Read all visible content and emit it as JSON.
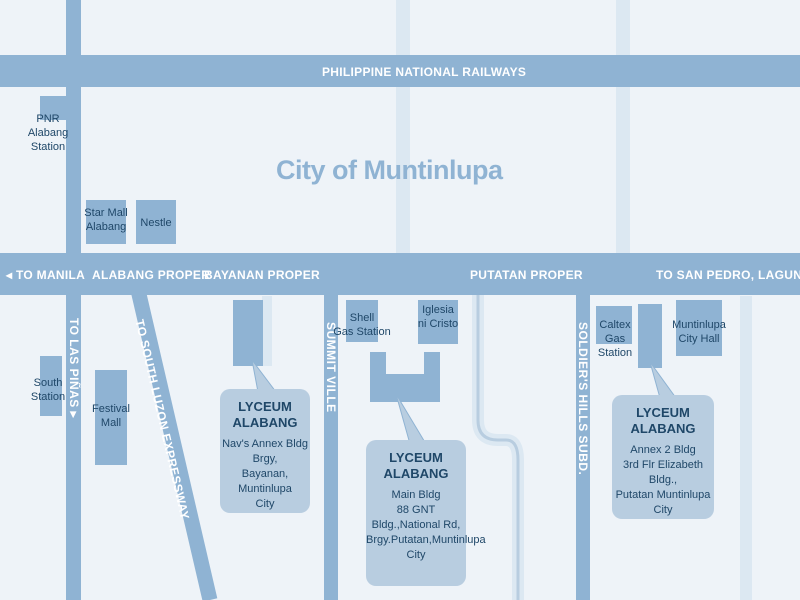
{
  "map": {
    "city_label": "City of Muntinlupa",
    "railway_label": "PHILIPPINE NATIONAL RAILWAYS",
    "road_labels": {
      "to_manila": "TO MANILA",
      "alabang_proper": "ALABANG PROPER",
      "bayanan_proper": "BAYANAN PROPER",
      "putatan_proper": "PUTATAN PROPER",
      "to_san_pedro": "TO SAN PEDRO, LAGUNA",
      "to_las_pinas": "TO LAS PIÑAS",
      "to_slex": "TO SOUTH LUZON EXPRESSWAY",
      "summit_ville": "SUMMIT VILLE",
      "soldiers_hills": "SOLDIER'S HILLS SUBD."
    },
    "landmarks": {
      "pnr_station": "PNR\nAlabang\nStation",
      "star_mall": "Star Mall\nAlabang",
      "nestle": "Nestle",
      "south_station": "South\nStation",
      "festival_mall": "Festival\nMall",
      "shell": "Shell\nGas Station",
      "iglesia": "Iglesia\nni Cristo",
      "caltex": "Caltex\nGas Station",
      "city_hall": "Muntinlupa\nCity Hall"
    },
    "campuses": {
      "navs": {
        "title": "LYCEUM\nALABANG",
        "address": "Nav's Annex Bldg Brgy,\nBayanan, Muntinlupa\nCity"
      },
      "main": {
        "title": "LYCEUM\nALABANG",
        "address": "Main Bldg\n88 GNT Bldg.,National Rd,\nBrgy.Putatan,Muntinlupa\nCity"
      },
      "annex2": {
        "title": "LYCEUM\nALABANG",
        "address": "Annex 2 Bldg\n3rd Flr Elizabeth Bldg.,\nPutatan Muntinlupa City"
      }
    },
    "colors": {
      "background": "#eef3f8",
      "road": "#8fb3d3",
      "lane": "#dce8f2",
      "info_box": "#b8cde0",
      "text_dark": "#1f4768",
      "road_text": "#ffffff"
    }
  }
}
